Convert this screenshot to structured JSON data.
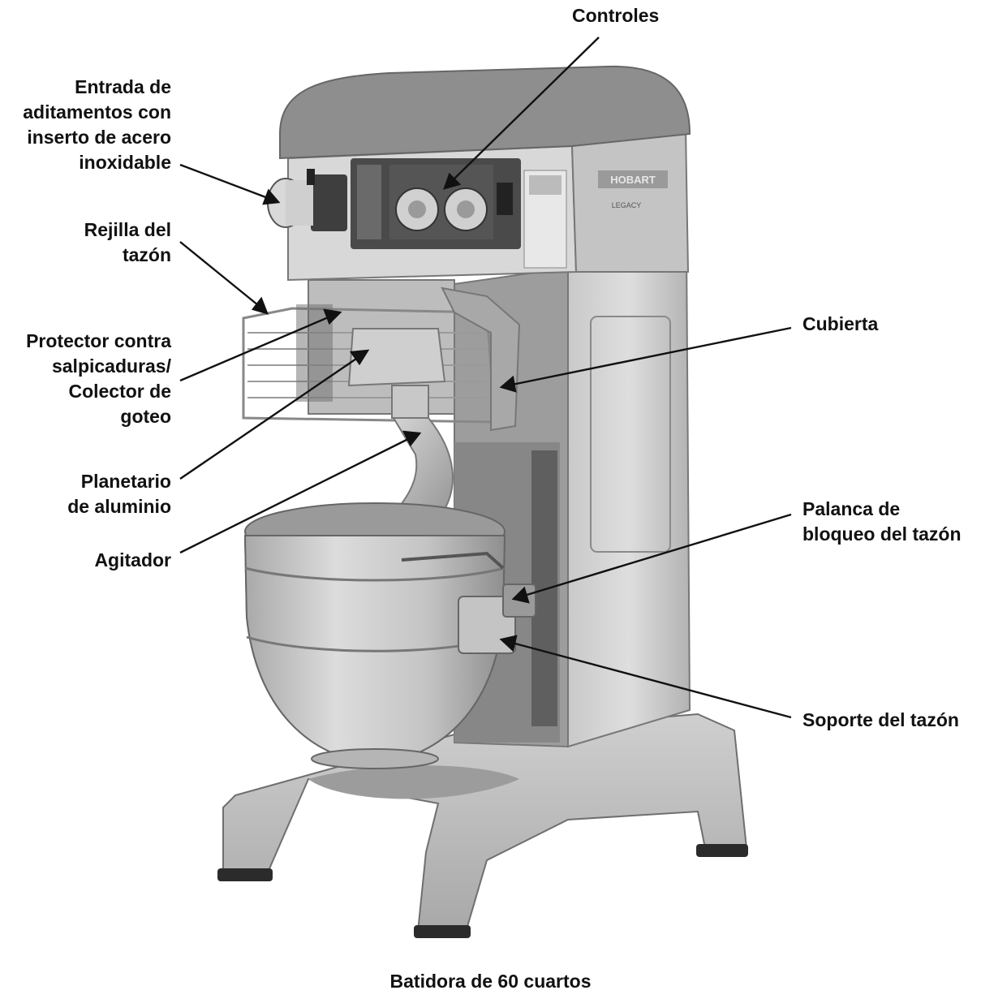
{
  "labels": {
    "controls": "Controles",
    "attachment_hub": "Entrada de\naditamentos con\ninserto de acero\ninoxidable",
    "bowl_guard": "Rejilla del\ntazón",
    "splash_guard": "Protector contra\nsalpicaduras/\nColector de\ngoteo",
    "planetary": "Planetario\nde aluminio",
    "agitator": "Agitador",
    "cover": "Cubierta",
    "bowl_lock": "Palanca de\nbloqueo del tazón",
    "bowl_support": "Soporte del tazón"
  },
  "panel": {
    "brand": "HOBART",
    "model": "LEGACY"
  },
  "caption": "Batidora de 60 cuartos",
  "colors": {
    "text": "#111111",
    "leader": "#111111",
    "metal_light": "#d4d4d4",
    "metal_mid": "#b0b0b0",
    "metal_dark": "#7a7a7a",
    "top_cap": "#8e8e8e",
    "panel": "#4a4a4a"
  }
}
